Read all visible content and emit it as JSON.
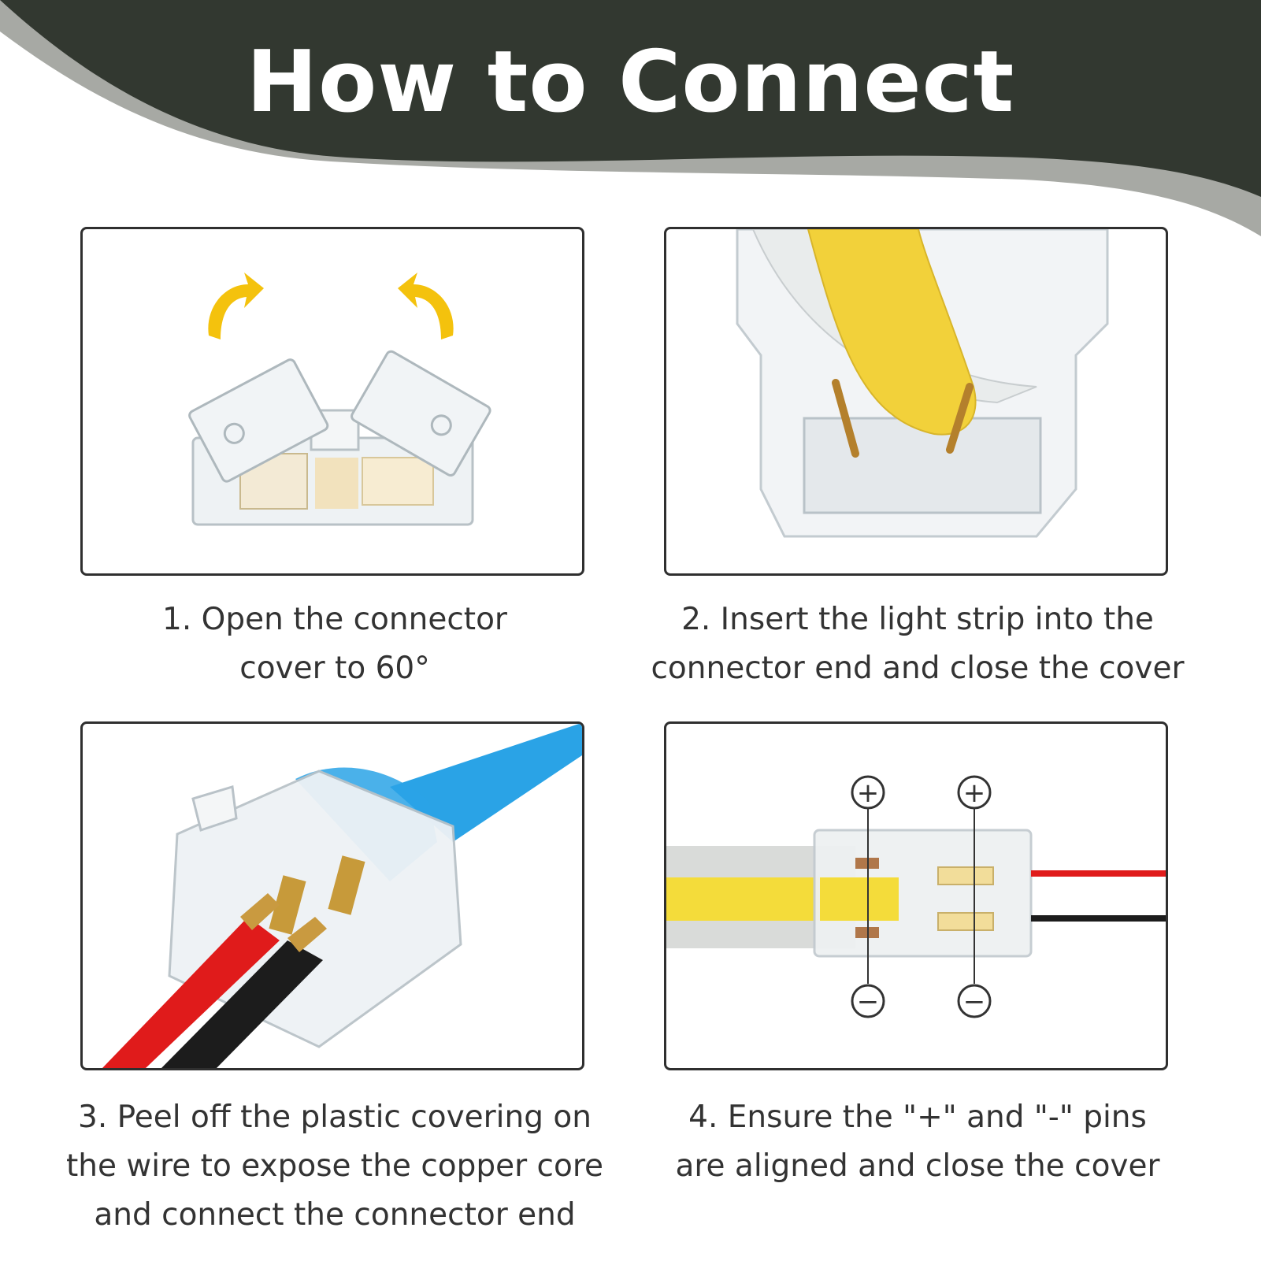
{
  "header": {
    "title": "How to Connect",
    "bg_color": "#323830",
    "accent_gray": "#a7a9a4"
  },
  "steps": [
    {
      "icon": "connector-open-icon",
      "caption": [
        "1. Open the connector",
        "cover to 60°"
      ]
    },
    {
      "icon": "strip-insert-icon",
      "caption": [
        "2. Insert the light strip into the",
        "connector end and close the cover"
      ]
    },
    {
      "icon": "wire-connect-icon",
      "caption": [
        "3. Peel off the plastic covering on",
        "the wire to expose the copper core",
        "and connect the connector end"
      ]
    },
    {
      "icon": "pin-alignment-icon",
      "caption": [
        "4. Ensure the \"+\" and \"-\" pins",
        "are aligned and close the cover"
      ],
      "symbols": {
        "plus": "+",
        "minus": "−"
      }
    }
  ],
  "colors": {
    "arrow": "#f4c20d",
    "strip_yellow": "#f2d13a",
    "strip_blue": "#2aa3e6",
    "wire_red": "#e01b1b",
    "wire_black": "#1c1c1c"
  }
}
